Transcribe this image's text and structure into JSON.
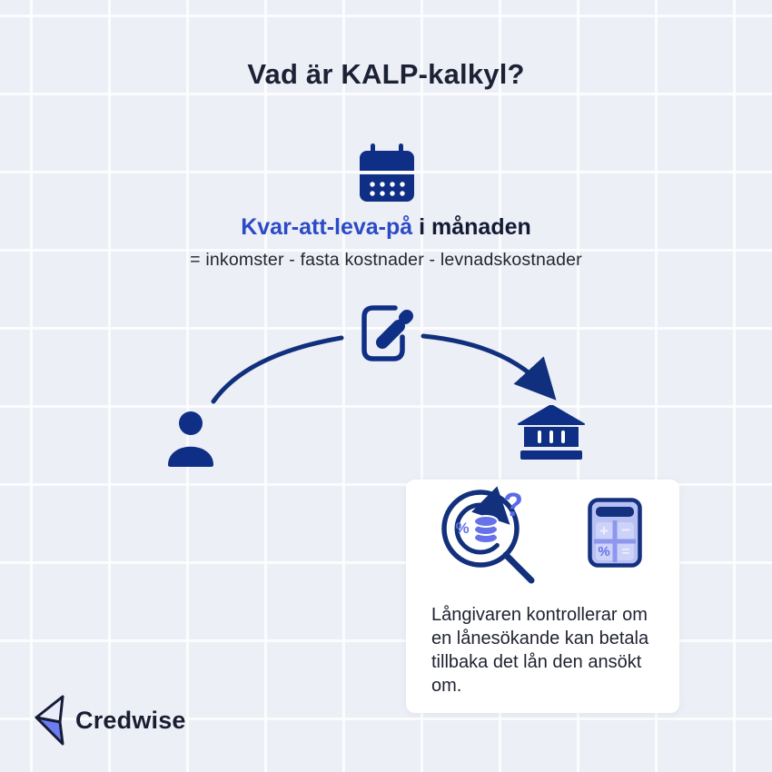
{
  "page": {
    "title": "Vad är KALP-kalkyl?"
  },
  "formula": {
    "icon": "calendar-icon",
    "highlight": "Kvar-att-leva-på",
    "rest": "i månaden",
    "equation": "= inkomster - fasta kostnader - levnadskostnader"
  },
  "flow": {
    "from": "person-icon",
    "via": "edit-note-icon",
    "to": "bank-icon",
    "description": "arrow from loan applicant through application note to the bank"
  },
  "card": {
    "icon_left": "loan-check-magnifier-icon",
    "icon_right": "calculator-icon",
    "question_glyph": "?",
    "percent_glyph": "%",
    "calc_glyphs": {
      "plus": "+",
      "minus": "−",
      "percent": "%",
      "equals": "="
    },
    "text": "Långivaren kontrollerar om en lånesökande kan betala tillbaka det lån den ansökt om."
  },
  "footer": {
    "brand": "Credwise",
    "logo": "credwise-chevron-logo"
  },
  "colors": {
    "background": "#edeff6",
    "grid_line": "#ffffff",
    "navy_icon": "#0e2f85",
    "dark_text": "#1c2135",
    "blue_highlight": "#2b4ac7",
    "purple_accent": "#6673e8",
    "calculator_fill": "#b9c0f3",
    "calculator_panel": "#cdd2f8",
    "calculator_divider": "#8d97ee",
    "logo_blue": "#6b7bf2",
    "card_background": "#ffffff"
  }
}
